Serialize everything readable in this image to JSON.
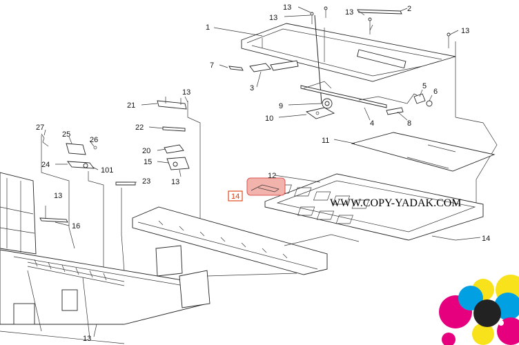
{
  "watermark": "WWW.COPY-YADAK.COM",
  "highlight": {
    "label": "14",
    "box_color": "#e04a1a",
    "fill_color": "#f3b3ad"
  },
  "labels": {
    "13a": "13",
    "13b": "13",
    "13c": "13",
    "13d": "13",
    "13e": "13",
    "13f": "13",
    "13g": "13",
    "13h": "13",
    "2": "2",
    "1": "1",
    "7": "7",
    "3": "3",
    "5": "5",
    "6": "6",
    "9": "9",
    "10": "10",
    "4": "4",
    "8": "8",
    "21": "21",
    "22": "22",
    "27": "27",
    "25": "25",
    "26": "26",
    "24": "24",
    "101": "101",
    "20": "20",
    "15": "15",
    "11": "11",
    "12": "12",
    "23": "23",
    "16": "16",
    "14b": "14"
  },
  "logo_colors": [
    "#f7e21c",
    "#e6007e",
    "#00a0e3",
    "#222222",
    "#ffffff"
  ]
}
